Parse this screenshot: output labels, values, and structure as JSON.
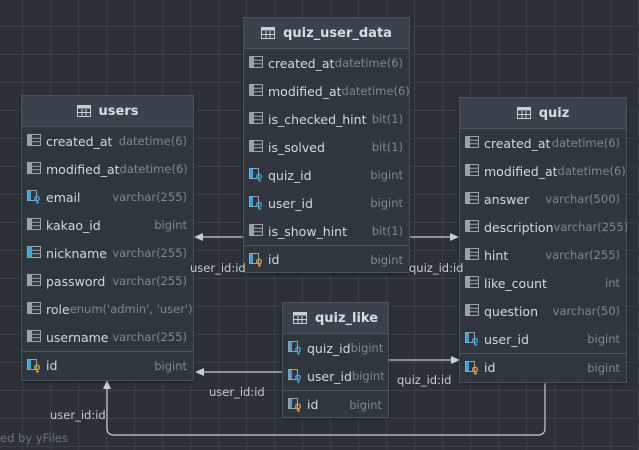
{
  "tables": {
    "users": {
      "title": "users",
      "columns": [
        {
          "name": "created_at",
          "type": "datetime(6)",
          "icon": "column-icon"
        },
        {
          "name": "modified_at",
          "type": "datetime(6)",
          "icon": "column-icon"
        },
        {
          "name": "email",
          "type": "varchar(255)",
          "icon": "unique-key-icon"
        },
        {
          "name": "kakao_id",
          "type": "bigint",
          "icon": "column-icon"
        },
        {
          "name": "nickname",
          "type": "varchar(255)",
          "icon": "unique-column-icon"
        },
        {
          "name": "password",
          "type": "varchar(255)",
          "icon": "column-icon"
        },
        {
          "name": "role",
          "type": "enum('admin', 'user')",
          "icon": "column-icon"
        },
        {
          "name": "username",
          "type": "varchar(255)",
          "icon": "column-icon"
        }
      ],
      "pk": {
        "name": "id",
        "type": "bigint",
        "icon": "primary-key-icon"
      }
    },
    "quiz_user_data": {
      "title": "quiz_user_data",
      "columns": [
        {
          "name": "created_at",
          "type": "datetime(6)",
          "icon": "column-icon"
        },
        {
          "name": "modified_at",
          "type": "datetime(6)",
          "icon": "column-icon"
        },
        {
          "name": "is_checked_hint",
          "type": "bit(1)",
          "icon": "column-icon"
        },
        {
          "name": "is_solved",
          "type": "bit(1)",
          "icon": "column-icon"
        },
        {
          "name": "quiz_id",
          "type": "bigint",
          "icon": "foreign-key-icon"
        },
        {
          "name": "user_id",
          "type": "bigint",
          "icon": "foreign-key-icon"
        },
        {
          "name": "is_show_hint",
          "type": "bit(1)",
          "icon": "column-icon"
        }
      ],
      "pk": {
        "name": "id",
        "type": "bigint",
        "icon": "primary-key-icon"
      }
    },
    "quiz": {
      "title": "quiz",
      "columns": [
        {
          "name": "created_at",
          "type": "datetime(6)",
          "icon": "column-icon"
        },
        {
          "name": "modified_at",
          "type": "datetime(6)",
          "icon": "column-icon"
        },
        {
          "name": "answer",
          "type": "varchar(500)",
          "icon": "column-icon"
        },
        {
          "name": "description",
          "type": "varchar(255)",
          "icon": "column-icon"
        },
        {
          "name": "hint",
          "type": "varchar(255)",
          "icon": "column-icon"
        },
        {
          "name": "like_count",
          "type": "int",
          "icon": "column-icon"
        },
        {
          "name": "question",
          "type": "varchar(50)",
          "icon": "column-icon"
        },
        {
          "name": "user_id",
          "type": "bigint",
          "icon": "foreign-key-icon"
        }
      ],
      "pk": {
        "name": "id",
        "type": "bigint",
        "icon": "primary-key-icon"
      }
    },
    "quiz_like": {
      "title": "quiz_like",
      "columns": [
        {
          "name": "quiz_id",
          "type": "bigint",
          "icon": "foreign-key-icon"
        },
        {
          "name": "user_id",
          "type": "bigint",
          "icon": "foreign-key-icon"
        }
      ],
      "pk": {
        "name": "id",
        "type": "bigint",
        "icon": "primary-key-icon"
      }
    }
  },
  "edge_labels": {
    "qud_users": "user_id:id",
    "qud_quiz": "quiz_id:id",
    "ql_users": "user_id:id",
    "ql_quiz": "quiz_id:id",
    "quiz_users": "user_id:id"
  },
  "watermark": "ed by yFiles",
  "colors": {
    "background": "#2b3137",
    "table_header": "#3a434c",
    "table_body": "#2f363d",
    "edge": "#c8cdd1",
    "key_icon": "#d9a23c",
    "fk_icon": "#41a3d8"
  }
}
